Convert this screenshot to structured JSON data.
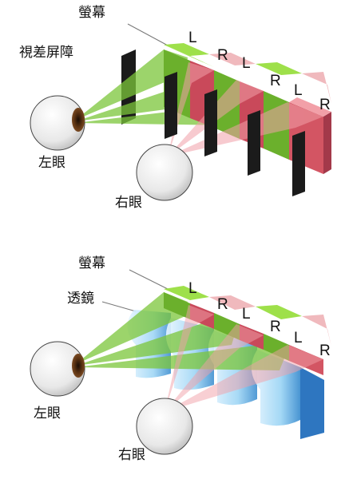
{
  "top_diagram": {
    "screen_label": "螢幕",
    "barrier_label": "視差屏障",
    "left_eye_label": "左眼",
    "right_eye_label": "右眼",
    "pixel_letters": [
      "L",
      "R",
      "L",
      "R",
      "L",
      "R"
    ]
  },
  "bottom_diagram": {
    "screen_label": "螢幕",
    "lens_label": "透鏡",
    "left_eye_label": "左眼",
    "right_eye_label": "右眼",
    "pixel_letters": [
      "L",
      "R",
      "L",
      "R",
      "L",
      "R"
    ]
  },
  "colors": {
    "left_pixel": "#8ccf3c",
    "right_pixel": "#e46c78",
    "left_ray": "#7cc63a",
    "right_ray": "#f2a0a8",
    "barrier": "#1b1b1b",
    "lens": "#9fd6f5"
  }
}
